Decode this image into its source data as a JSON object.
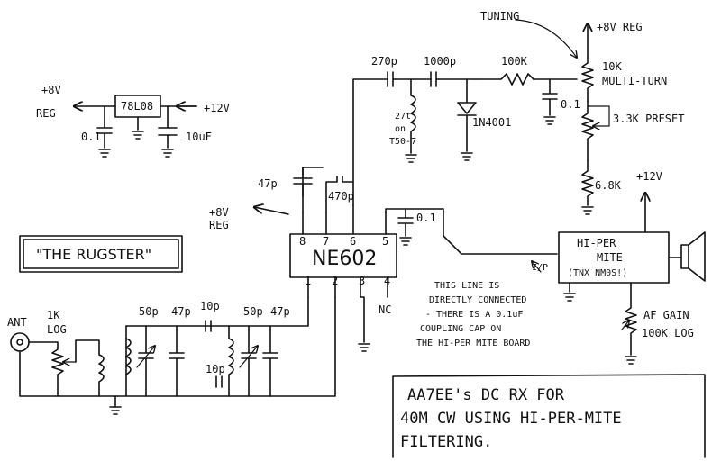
{
  "supply": {
    "plus8v_reg_top": "+8V REG",
    "plus8v_left_a": "+8V",
    "plus8v_left_b": "REG",
    "plus12v_left": "+12V",
    "plus8v_mid_a": "+8V",
    "plus8v_mid_b": "REG",
    "plus12v_right": "+12V"
  },
  "regulator": {
    "part": "78L08",
    "cap_a": "0.1",
    "cap_b": "10uF"
  },
  "tuning": {
    "label": "TUNING",
    "pot_a": "10K",
    "pot_b": "MULTI-TURN",
    "preset": "3.3K PRESET",
    "r_bottom": "6.8K",
    "cap": "0.1",
    "r_series": "100K"
  },
  "vfo": {
    "c1": "270p",
    "c2": "1000p",
    "l1_a": "27t",
    "l1_b": "on",
    "l1_c": "T50-7",
    "diode": "1N4001"
  },
  "mixer": {
    "chip": "NE602",
    "pins_top": [
      "8",
      "7",
      "6",
      "5"
    ],
    "pins_bottom": [
      "1",
      "2",
      "3",
      "4"
    ],
    "nc": "NC",
    "c_47p": "47p",
    "c_470p": "470p",
    "c_01": "0.1",
    "output_label": "I/P"
  },
  "amp": {
    "name_a": "HI-PER",
    "name_b": "MITE",
    "name_c": "(TNX NM0S!)",
    "gain_a": "AF GAIN",
    "gain_b": "100K LOG"
  },
  "note": [
    "THIS LINE IS",
    "DIRECTLY CONNECTED",
    "- THERE IS A 0.1uF",
    "COUPLING CAP ON",
    "THE HI-PER MITE BOARD"
  ],
  "frontend": {
    "ant": "ANT",
    "pot_a": "1K",
    "pot_b": "LOG",
    "c1": "50p",
    "c2": "47p",
    "c3": "10p",
    "c4": "50p",
    "c5": "47p",
    "c6": "10p"
  },
  "title_box": "\"THE RUGSTER\"",
  "caption": [
    "AA7EE's DC RX FOR",
    "40M CW USING HI-PER-MITE",
    "FILTERING."
  ]
}
